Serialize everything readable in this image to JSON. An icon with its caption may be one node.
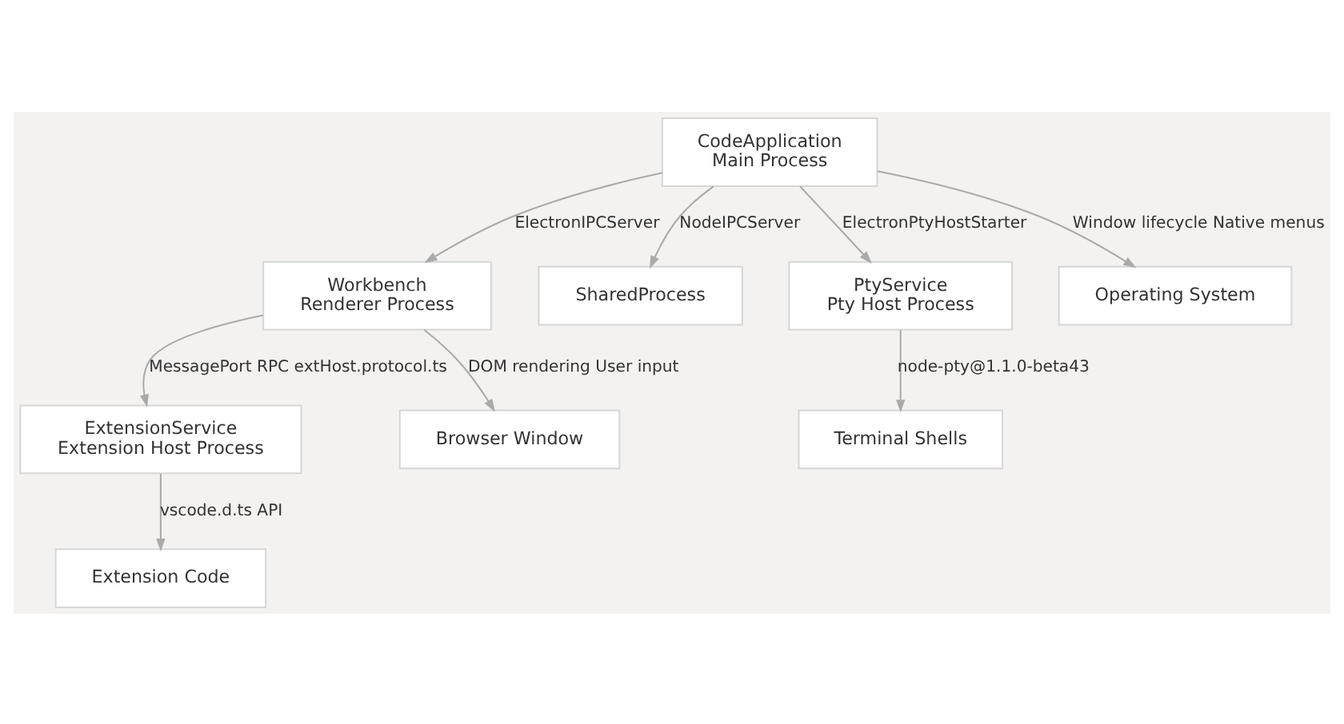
{
  "diagram": {
    "nodes": [
      {
        "text": [
          "CodeApplication",
          "Main Process"
        ]
      },
      {
        "text": [
          "Workbench",
          "Renderer Process"
        ]
      },
      {
        "text": [
          "SharedProcess"
        ]
      },
      {
        "text": [
          "PtyService",
          "Pty Host Process"
        ]
      },
      {
        "text": [
          "Operating System"
        ]
      },
      {
        "text": [
          "ExtensionService",
          "Extension Host Process"
        ]
      },
      {
        "text": [
          "Browser Window"
        ]
      },
      {
        "text": [
          "Terminal Shells"
        ]
      },
      {
        "text": [
          "Extension Code"
        ]
      }
    ],
    "edges": [
      {
        "from": 0,
        "to": 1,
        "arrow": "to",
        "label": "ElectronIPCServer"
      },
      {
        "from": 0,
        "to": 2,
        "arrow": "to",
        "label": "NodeIPCServer"
      },
      {
        "from": 0,
        "to": 3,
        "arrow": "to",
        "label": "ElectronPtyHostStarter"
      },
      {
        "from": 0,
        "to": 4,
        "arrow": "to",
        "label": "Window lifecycle Native menus"
      },
      {
        "from": 1,
        "to": 5,
        "arrow": "to",
        "label": "MessagePort RPC extHost.protocol.ts"
      },
      {
        "from": 1,
        "to": 6,
        "arrow": "to",
        "label": "DOM rendering User input"
      },
      {
        "from": 3,
        "to": 7,
        "arrow": "to",
        "label": "node-pty@1.1.0-beta43"
      },
      {
        "from": 5,
        "to": 8,
        "arrow": "to",
        "label": "vscode.d.ts API"
      }
    ]
  }
}
